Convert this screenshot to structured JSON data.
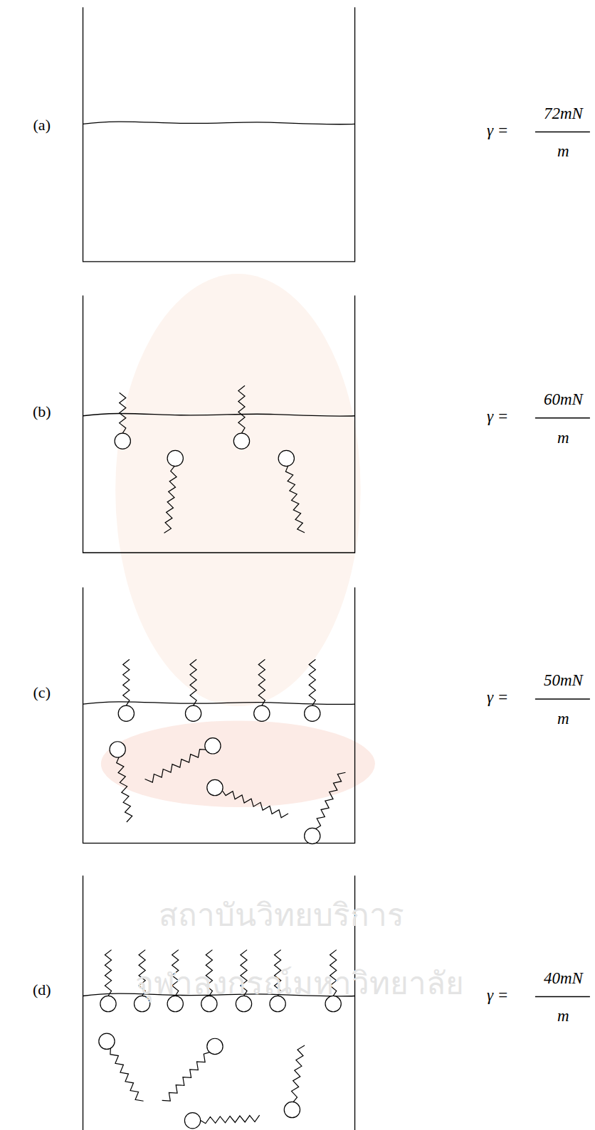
{
  "diagram": {
    "labels": [
      "(a)",
      "γ =",
      "72mN",
      "m",
      "(b)",
      "γ =",
      "60mN",
      "m",
      "(c)",
      "γ =",
      "50mN",
      "m",
      "(d)",
      "γ =",
      "40mN",
      "m",
      "สถาบันวิทยบริการ",
      "จุฬาลงกรณ์มหาวิทยาลัย"
    ]
  }
}
